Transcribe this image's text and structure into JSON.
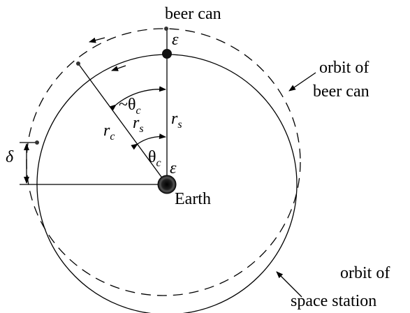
{
  "labels": {
    "beer_can": "beer can",
    "orbit_beer_can_line1": "orbit of",
    "orbit_beer_can_line2": "beer can",
    "orbit_space_station_line1": "orbit of",
    "orbit_space_station_line2": "space station",
    "earth": "Earth"
  },
  "symbols": {
    "epsilon_top": "ε",
    "epsilon_center": "ε",
    "delta": "δ",
    "approx_theta": "~θ",
    "approx_theta_sub": "c",
    "theta": "θ",
    "theta_sub": "c",
    "r_c": "r",
    "r_c_sub": "c",
    "r_s_diagonal": "r",
    "r_s_diagonal_sub": "s",
    "r_s_vertical": "r",
    "r_s_vertical_sub": "s"
  },
  "colors": {
    "ink": "#000000",
    "background": "#ffffff"
  }
}
